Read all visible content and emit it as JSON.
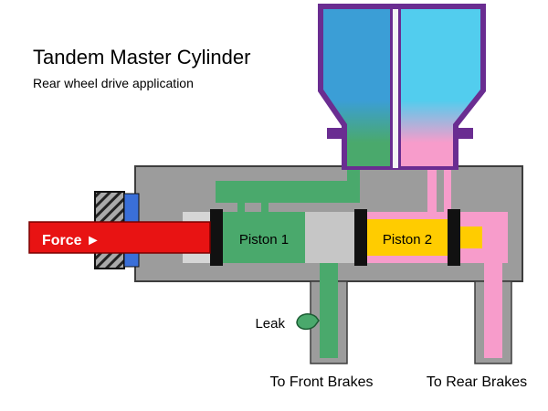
{
  "title": "Tandem Master Cylinder",
  "subtitle": "Rear wheel drive application",
  "labels": {
    "force": "Force ►",
    "piston1": "Piston 1",
    "piston2": "Piston 2",
    "leak": "Leak",
    "front_brakes": "To Front Brakes",
    "rear_brakes": "To Rear Brakes"
  },
  "colors": {
    "body_gray": "#9c9c9c",
    "bore_gray": "#d6d6d6",
    "spacer_gray": "#c6c6c6",
    "primary_fluid_green": "#4aa96c",
    "secondary_fluid_pink": "#f79ccb",
    "piston2_yellow": "#ffcc00",
    "force_red": "#e81313",
    "reservoir_blue": "#3b9ed6",
    "reservoir_cyan": "#52cdee",
    "reservoir_purple": "#6a2d91",
    "retainer_blue": "#3a6fd8",
    "seal_black": "#111111"
  }
}
